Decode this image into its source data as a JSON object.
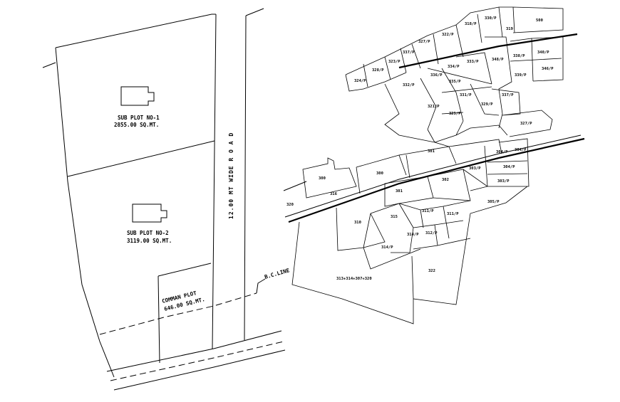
{
  "left_layout": {
    "sub_plot_1": {
      "name": "SUB PLOT NO-1",
      "area": "2855.00 SQ.MT."
    },
    "sub_plot_2": {
      "name": "SUB PLOT NO-2",
      "area": "3119.00 SQ.MT."
    },
    "common_plot": {
      "name": "COMMAN PLOT",
      "area": "646.00 SQ.MT."
    },
    "road_label": "12.00 MT WIDE R O A D",
    "bc_line_label": "B.C.LINE"
  },
  "right_layout": {
    "plots": [
      "330/P",
      "500",
      "319",
      "318/P",
      "327/P",
      "322/P",
      "337/P",
      "323/P",
      "328/P",
      "324/P",
      "340/P",
      "348/P",
      "338/P",
      "339/P",
      "346/P",
      "333/P",
      "334/P",
      "336/P",
      "332/P",
      "335/P",
      "331/P",
      "329/P",
      "337/P",
      "325/P",
      "321/P",
      "327/P",
      "304/P",
      "304/P",
      "303/P",
      "304/P",
      "303/P",
      "305/P",
      "301",
      "300",
      "302",
      "301",
      "300",
      "316",
      "320",
      "310",
      "315",
      "311/P",
      "311/P",
      "314/P",
      "312/P",
      "314/P",
      "322",
      "313+314+307+320"
    ]
  },
  "colors": {
    "line": "#000000",
    "background": "#ffffff"
  }
}
